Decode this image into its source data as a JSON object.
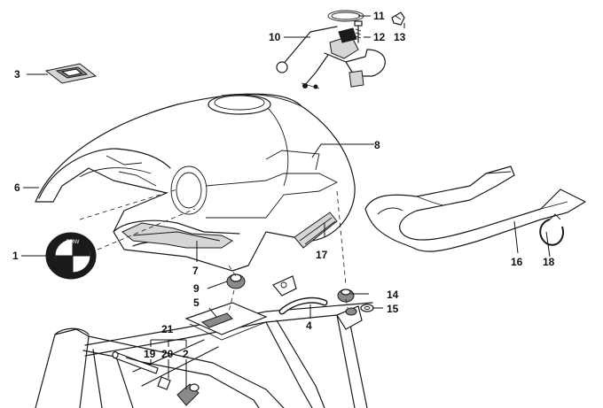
{
  "diagram": {
    "callouts": [
      {
        "id": "c1",
        "text": "1"
      },
      {
        "id": "c2",
        "text": "2"
      },
      {
        "id": "c3",
        "text": "3"
      },
      {
        "id": "c4",
        "text": "4"
      },
      {
        "id": "c5",
        "text": "5"
      },
      {
        "id": "c6",
        "text": "6"
      },
      {
        "id": "c7",
        "text": "7"
      },
      {
        "id": "c8",
        "text": "8"
      },
      {
        "id": "c9",
        "text": "9"
      },
      {
        "id": "c10",
        "text": "10"
      },
      {
        "id": "c11",
        "text": "11"
      },
      {
        "id": "c12",
        "text": "12"
      },
      {
        "id": "c13",
        "text": "13"
      },
      {
        "id": "c14",
        "text": "14"
      },
      {
        "id": "c15",
        "text": "15"
      },
      {
        "id": "c16",
        "text": "16"
      },
      {
        "id": "c17",
        "text": "17"
      },
      {
        "id": "c18",
        "text": "18"
      },
      {
        "id": "c19",
        "text": "19"
      },
      {
        "id": "c20",
        "text": "20"
      },
      {
        "id": "c21",
        "text": "21"
      }
    ],
    "emblem_text": "BMW"
  }
}
